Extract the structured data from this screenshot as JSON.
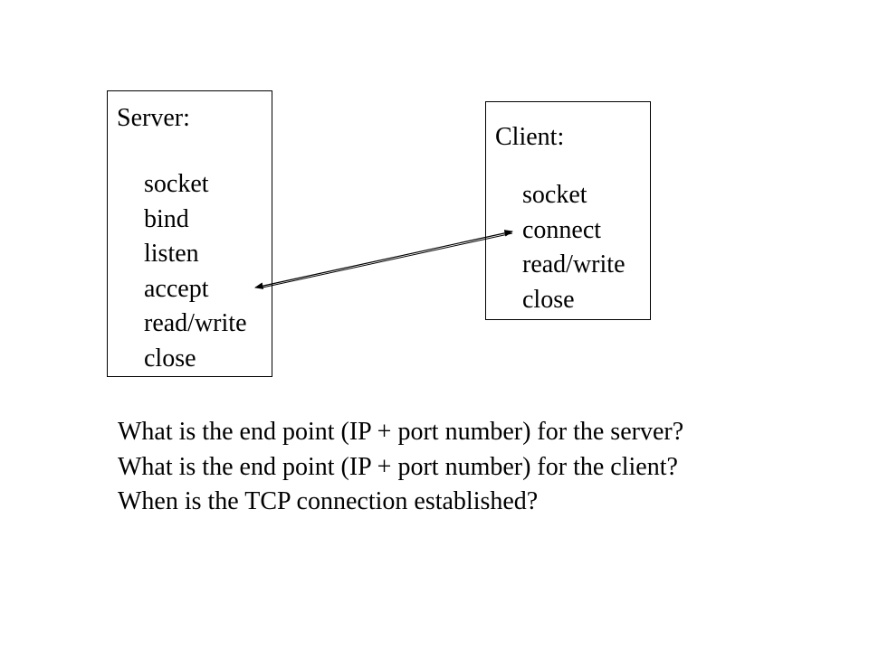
{
  "server": {
    "title": "Server:",
    "steps": [
      "socket",
      "bind",
      "listen",
      "accept",
      "read/write",
      "close"
    ]
  },
  "client": {
    "title": "Client:",
    "steps": [
      "socket",
      "connect",
      "read/write",
      "close"
    ]
  },
  "questions": [
    "What is the end point (IP + port number)  for the server?",
    "What is the end point (IP + port number)  for the client?",
    "When is the TCP connection established?"
  ],
  "colors": {
    "background": "#ffffff",
    "text": "#000000",
    "line": "#000000"
  }
}
